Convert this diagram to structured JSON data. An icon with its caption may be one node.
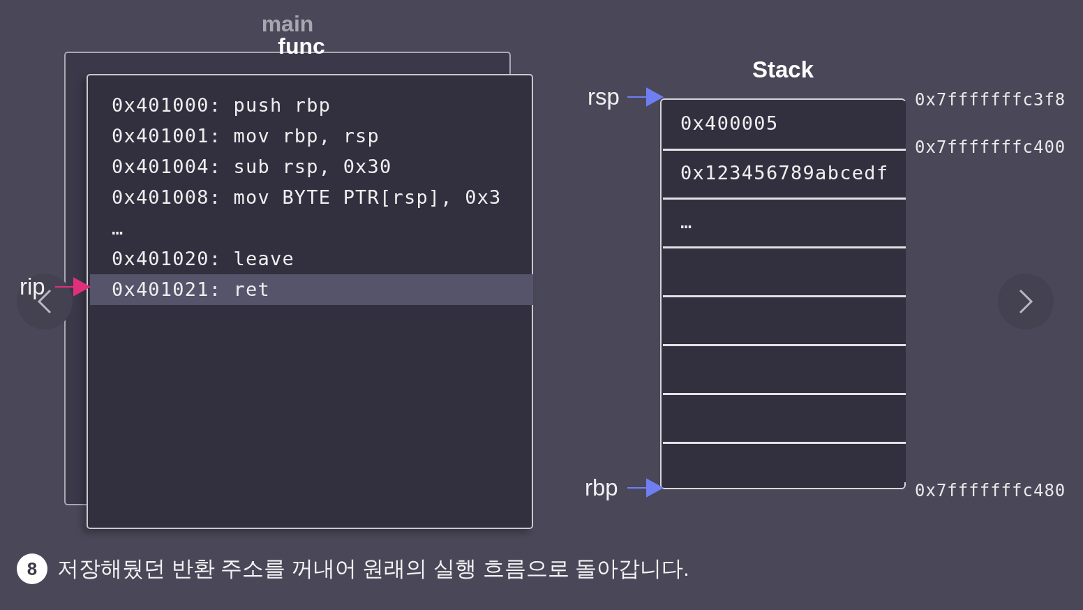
{
  "diagram": {
    "caption": "저장해뒀던 반환 주소를 꺼내어 원래의 실행 흐름으로 돌아갑니다.",
    "nodes": [
      {
        "text": [
          "main"
        ]
      },
      {
        "text": [
          "func"
        ]
      },
      {
        "text": [
          "0x401000: push rbp"
        ],
        "in": 1
      },
      {
        "text": [
          "0x401001: mov rbp, rsp"
        ],
        "in": 1
      },
      {
        "text": [
          "0x401004: sub rsp, 0x30"
        ],
        "in": 1
      },
      {
        "text": [
          "0x401008: mov BYTE PTR[rsp], 0x3"
        ],
        "in": 1
      },
      {
        "text": [
          "…"
        ],
        "in": 1
      },
      {
        "text": [
          "0x401020: leave"
        ],
        "in": 1
      },
      {
        "text": [
          "0x401021: ret"
        ],
        "in": 1
      },
      {
        "text": [
          "rip"
        ]
      },
      {
        "text": [
          "rsp"
        ]
      },
      {
        "text": [
          "rbp"
        ]
      },
      {
        "text": [
          "Stack"
        ]
      },
      {
        "text": [
          "0x400005"
        ],
        "in": 12
      },
      {
        "text": [
          "0x123456789abcedf"
        ],
        "in": 12
      },
      {
        "text": [
          "…"
        ],
        "in": 12
      },
      {
        "text": [],
        "shape": "box",
        "in": 12
      },
      {
        "text": [],
        "shape": "box",
        "in": 12
      },
      {
        "text": [],
        "shape": "box",
        "in": 12
      },
      {
        "text": [],
        "shape": "box",
        "in": 12
      },
      {
        "text": [],
        "shape": "box",
        "in": 12
      }
    ],
    "edges": [
      {
        "from": 9,
        "to": 8,
        "arrow": "to",
        "color": "#e0307a"
      },
      {
        "from": 10,
        "to": 13,
        "arrow": "to"
      },
      {
        "from": 11,
        "to": 20,
        "arrow": "to"
      }
    ],
    "labels": [
      "0x7fffffffc3f8",
      "0x7fffffffc400",
      "0x7fffffffc480",
      "8"
    ]
  }
}
